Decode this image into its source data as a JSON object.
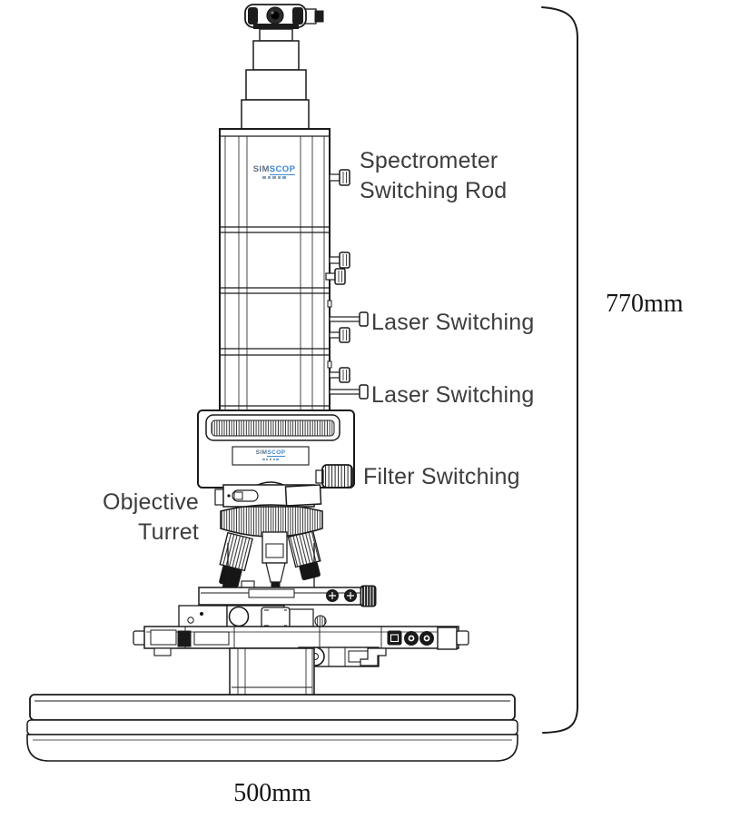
{
  "brand": {
    "prefix": "SIM",
    "suffix": "SCOP"
  },
  "labels": {
    "spectrometer_line1": "Spectrometer",
    "spectrometer_line2": "Switching Rod",
    "laser_switching_top": "Laser Switching",
    "laser_switching_bottom": "Laser Switching",
    "filter_switching": "Filter Switching",
    "objective_line1": "Objective",
    "objective_line2": "Turret"
  },
  "dimensions": {
    "height": "770mm",
    "width": "500mm"
  },
  "colors": {
    "ink": "#1a1a1a",
    "label_text": "#3d3d3d",
    "dimension_text": "#151515",
    "logo_blue": "#3c85d6",
    "logo_gray": "#5d7186",
    "background": "#ffffff"
  }
}
